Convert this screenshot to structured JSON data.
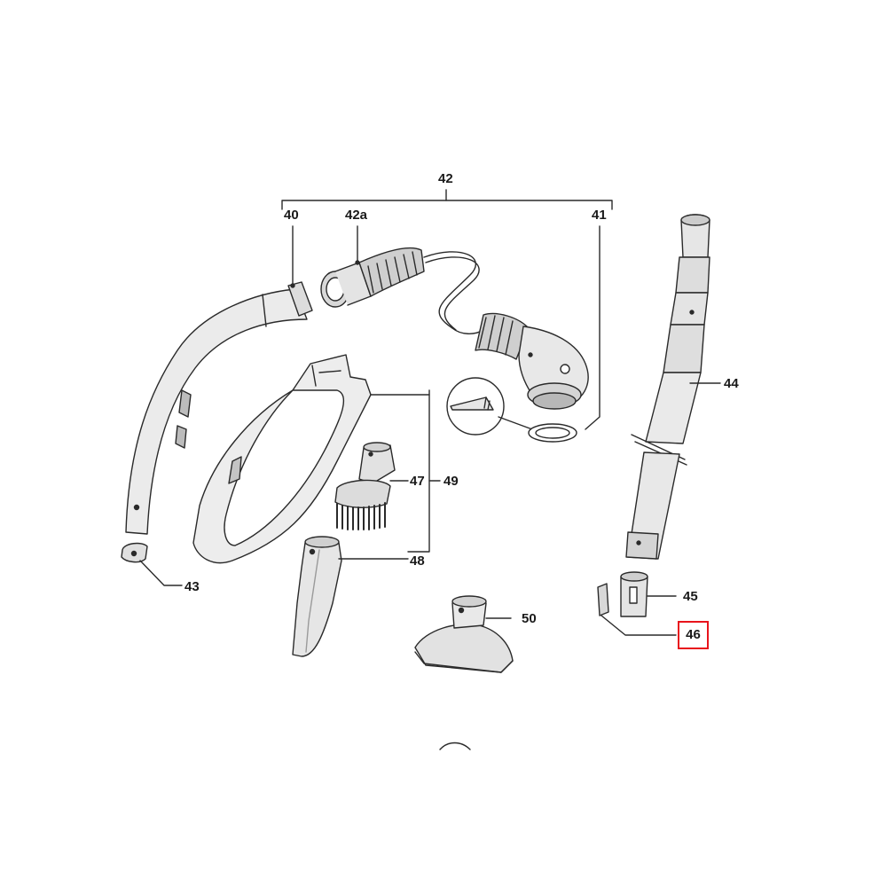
{
  "diagram": {
    "part_labels": {
      "p42": "42",
      "p40": "40",
      "p42a": "42a",
      "p41": "41",
      "p44": "44",
      "p47": "47",
      "p49": "49",
      "p48": "48",
      "p43": "43",
      "p45": "45",
      "p46": "46",
      "p50": "50"
    },
    "highlighted_part": "46",
    "colors": {
      "line": "#2a2a2a",
      "highlight": "#e8141c",
      "part_fill": "#e9e9e9",
      "part_shade": "#b8b8b8"
    }
  }
}
